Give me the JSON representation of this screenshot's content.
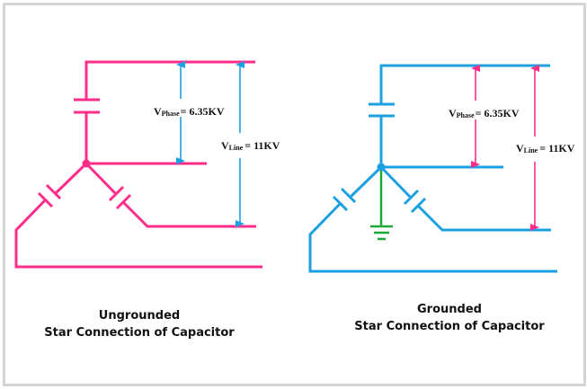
{
  "colors": {
    "ungrounded_wire": "#FF2D8A",
    "grounded_wire": "#1BA1E2",
    "ground": "#1DA83A",
    "frame_border": "#d4d4d4"
  },
  "diagrams": [
    {
      "id": "ungrounded",
      "caption_line1": "Ungrounded",
      "caption_line2": "Star Connection of Capacitor",
      "phase_label_main": "V",
      "phase_label_sub": "Phase",
      "phase_label_value": "= 6.35KV",
      "line_label_main": "V",
      "line_label_sub": "Line",
      "line_label_value": "= 11KV",
      "grounded": false
    },
    {
      "id": "grounded",
      "caption_line1": "Grounded",
      "caption_line2": "Star Connection of Capacitor",
      "phase_label_main": "V",
      "phase_label_sub": "Phase",
      "phase_label_value": "= 6.35KV",
      "line_label_main": "V",
      "line_label_sub": "Line",
      "line_label_value": "= 11KV",
      "grounded": true
    }
  ]
}
